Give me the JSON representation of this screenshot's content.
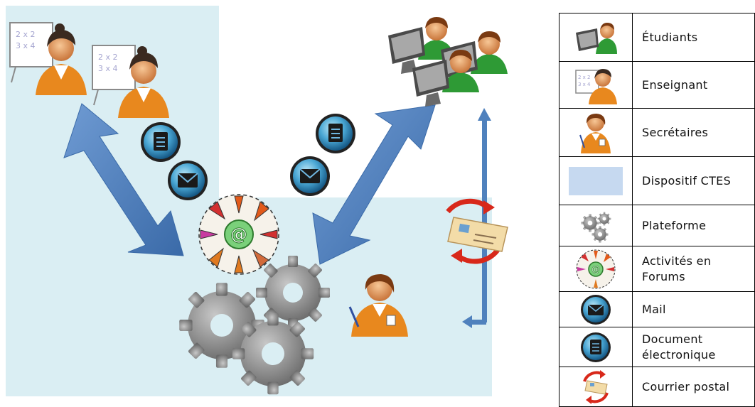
{
  "legend": {
    "items": [
      {
        "label": "Étudiants",
        "icon": "student-computer-icon"
      },
      {
        "label": "Enseignant",
        "icon": "teacher-icon"
      },
      {
        "label": "Secrétaires",
        "icon": "secretary-icon"
      },
      {
        "label": "Dispositif CTES",
        "icon": "blue-area-swatch",
        "color": "#c6d9f0"
      },
      {
        "label": "Plateforme",
        "icon": "gears-icon"
      },
      {
        "label": "Activités en Forums",
        "icon": "forum-activity-icon"
      },
      {
        "label": "Mail",
        "icon": "mail-icon"
      },
      {
        "label": "Document électronique",
        "icon": "document-icon"
      },
      {
        "label": "Courrier postal",
        "icon": "postal-mail-icon"
      }
    ]
  },
  "colors": {
    "area": "#daeef3",
    "arrow": "#4f81bd",
    "gear": "#8c8c8c",
    "skin": "#e8a066",
    "shirt_orange": "#e8881e",
    "shirt_green": "#2e9a35"
  }
}
